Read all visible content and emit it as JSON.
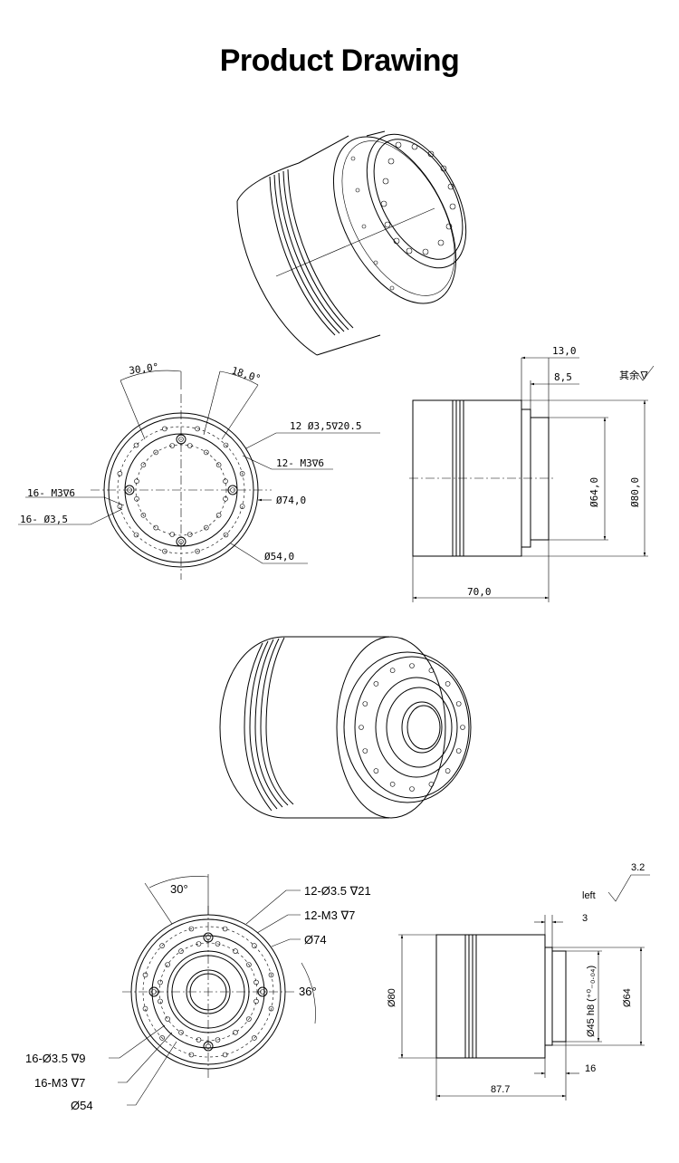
{
  "title": "Product Drawing",
  "view2_front": {
    "angle_a": "30,0°",
    "angle_b": "18,0°",
    "holes_outer": "12 Ø3,5∇20.5",
    "thread_outer": "12- M3∇6",
    "thread_inner": "16- M3∇6",
    "holes_inner": "16- Ø3,5",
    "dia_74": "Ø74,0",
    "dia_54": "Ø54,0"
  },
  "view2_side": {
    "dim_13": "13,0",
    "dim_8_5": "8,5",
    "dim_64": "Ø64,0",
    "dim_80": "Ø80,0",
    "dim_70": "70,0",
    "surface_note": "其余∇"
  },
  "view4_front": {
    "angle_30": "30°",
    "holes_outer": "12-Ø3.5 ∇21",
    "thread_outer": "12-M3 ∇7",
    "dia_74": "Ø74",
    "angle_36": "36°",
    "holes_inner": "16-Ø3.5 ∇9",
    "thread_inner": "16-M3 ∇7",
    "dia_54": "Ø54"
  },
  "view4_side": {
    "roughness": "3.2",
    "roughness_label": "left",
    "dim_3": "3",
    "dim_80": "Ø80",
    "dim_45": "Ø45 h8 (⁺⁰₋₀.₀₄)",
    "dim_64": "Ø64",
    "dim_16": "16",
    "dim_87_7": "87.7"
  }
}
